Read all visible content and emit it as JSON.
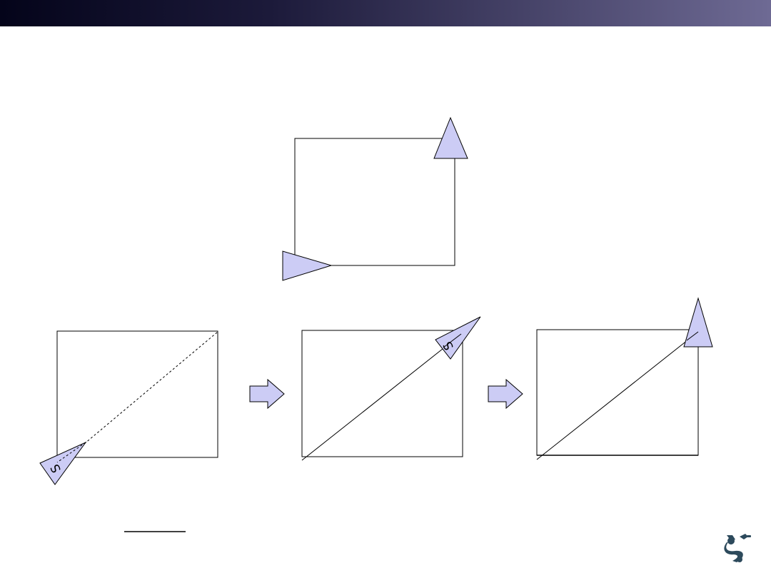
{
  "slide": {
    "title_bar_gradient": [
      "#04041a",
      "#6e6a94"
    ],
    "background": "#ffffff"
  },
  "diagram": {
    "robot_fill": "#ccccf5",
    "arrow_fill": "#ccccf5",
    "outline": "#000000",
    "robot_label": "S",
    "steps": [
      {
        "path": "dashed-diagonal",
        "robot_label_visible": true
      },
      {
        "path": "solid-diagonal",
        "robot_label_visible": true
      },
      {
        "path": "solid-diagonal",
        "robot_label_visible": false
      }
    ]
  },
  "logo": {
    "icon": "robot-arm-logo-icon",
    "color": "#2d4a5c"
  }
}
